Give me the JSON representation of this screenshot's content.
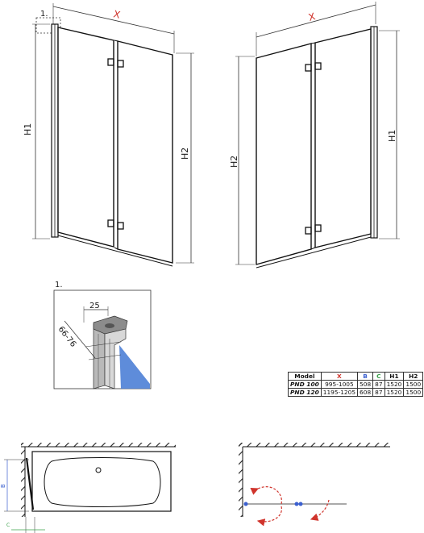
{
  "labels": {
    "dim_x": "X",
    "dim_h1": "H1",
    "dim_h2": "H2",
    "detail_marker": "1.",
    "detail_title": "1.",
    "detail_width": "25",
    "detail_range": "66-76",
    "dim_b": "B",
    "dim_c": "C"
  },
  "colors": {
    "x": "#d0342c",
    "b": "#3a5fcf",
    "c": "#3aa04a",
    "glass": "#4c7fd6",
    "arrow": "#d0342c"
  },
  "table": {
    "headers": [
      "Model",
      "X",
      "B",
      "C",
      "H1",
      "H2"
    ],
    "rows": [
      [
        "PND 100",
        "995-1005",
        "508",
        "87",
        "1520",
        "1500"
      ],
      [
        "PND 120",
        "1195-1205",
        "608",
        "87",
        "1520",
        "1500"
      ]
    ]
  }
}
